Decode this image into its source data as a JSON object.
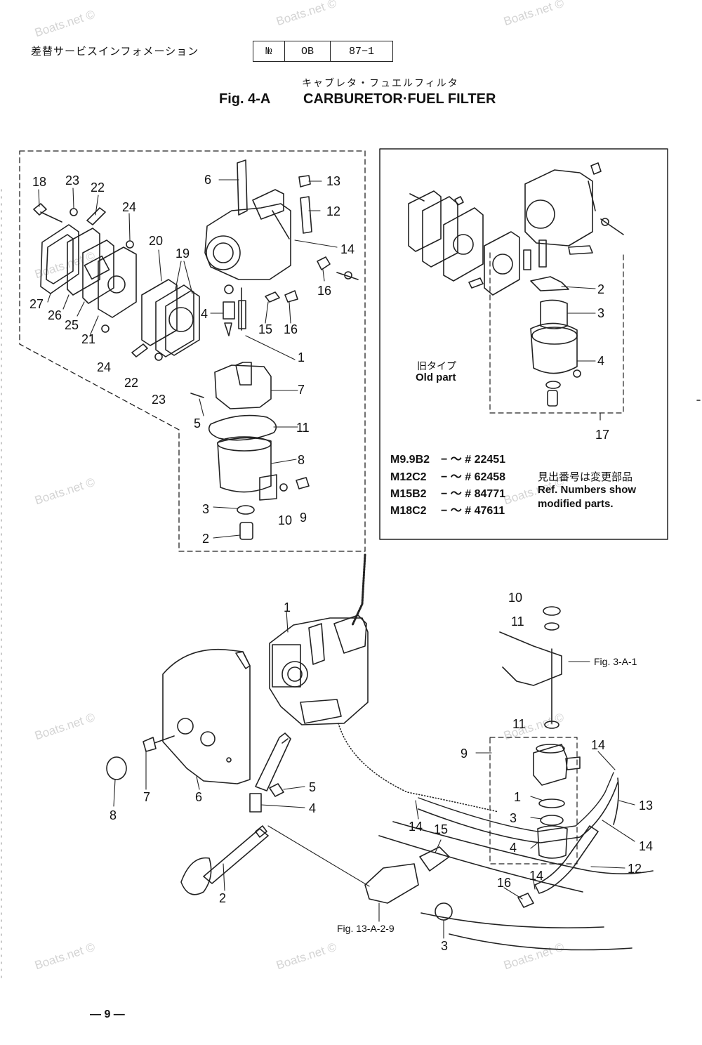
{
  "watermark": "Boats.net ©",
  "header": {
    "jp_title": "差替サービスインフォメーション",
    "doc_no_label": "№",
    "doc_series": "OB",
    "doc_number": "87−1"
  },
  "figure": {
    "subtitle_jp": "キャブレタ・フュエルフィルタ",
    "fig_no": "Fig. 4-A",
    "title": "CARBURETOR·FUEL FILTER"
  },
  "old_part": {
    "label_jp": "旧タイプ",
    "label_en": "Old part"
  },
  "models": [
    {
      "model": "M9.9B2",
      "serial": "− ～ # 22451"
    },
    {
      "model": "M12C2",
      "serial": "− ～ # 62458"
    },
    {
      "model": "M15B2",
      "serial": "− ～ # 84771"
    },
    {
      "model": "M18C2",
      "serial": "− ～ # 47611"
    }
  ],
  "note": {
    "jp": "見出番号は変更部品",
    "en_line1": "Ref. Numbers show",
    "en_line2": "modified parts."
  },
  "refs": {
    "fig_3a1": "Fig. 3-A-1",
    "fig_13a29": "Fig. 13-A-2-9"
  },
  "callouts_upper_left": [
    "18",
    "23",
    "22",
    "24",
    "20",
    "19",
    "6",
    "13",
    "12",
    "14",
    "16",
    "15",
    "16",
    "4",
    "1",
    "27",
    "26",
    "25",
    "21",
    "24",
    "22",
    "23",
    "7",
    "5",
    "11",
    "8",
    "3",
    "10",
    "9",
    "2"
  ],
  "callouts_old_part": [
    "2",
    "3",
    "4",
    "17"
  ],
  "callouts_lower": [
    "10",
    "11",
    "1",
    "9",
    "11",
    "14",
    "13",
    "14",
    "5",
    "4",
    "7",
    "6",
    "8",
    "1",
    "3",
    "4",
    "15",
    "14",
    "16",
    "14",
    "12",
    "2",
    "3"
  ],
  "page_number": "— 9 —"
}
